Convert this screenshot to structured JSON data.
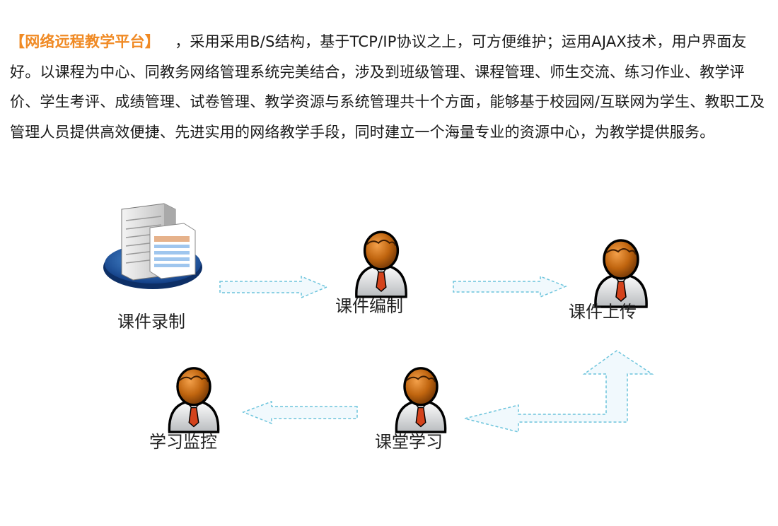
{
  "intro": {
    "highlight": "【网络远程教学平台】",
    "body": "，采用采用B/S结构，基于TCP/IP协议之上，可方便维护；运用AJAX技术，用户界面友好。以课程为中心、同教务网络管理系统完美结合，涉及到班级管理、课程管理、师生交流、练习作业、教学评价、学生考评、成绩管理、试卷管理、教学资源与系统管理共十个方面，能够基于校园网/互联网为学生、教职工及管理人员提供高效便捷、先进实用的网络教学手段，同时建立一个海量专业的资源中心，为教学提供服务。"
  },
  "flow": {
    "record": "课件录制",
    "edit": "课件编制",
    "upload": "课件上传",
    "classroom": "课堂学习",
    "monitor": "学习监控"
  },
  "icons": {
    "server": "server-icon",
    "person": "person-icon"
  },
  "colors": {
    "highlight": "#f08a24",
    "arrow_stroke": "#6cc4dc",
    "arrow_fill": "#f1f9fd",
    "skin": "#c0650f",
    "disc": "#1e5fae"
  }
}
